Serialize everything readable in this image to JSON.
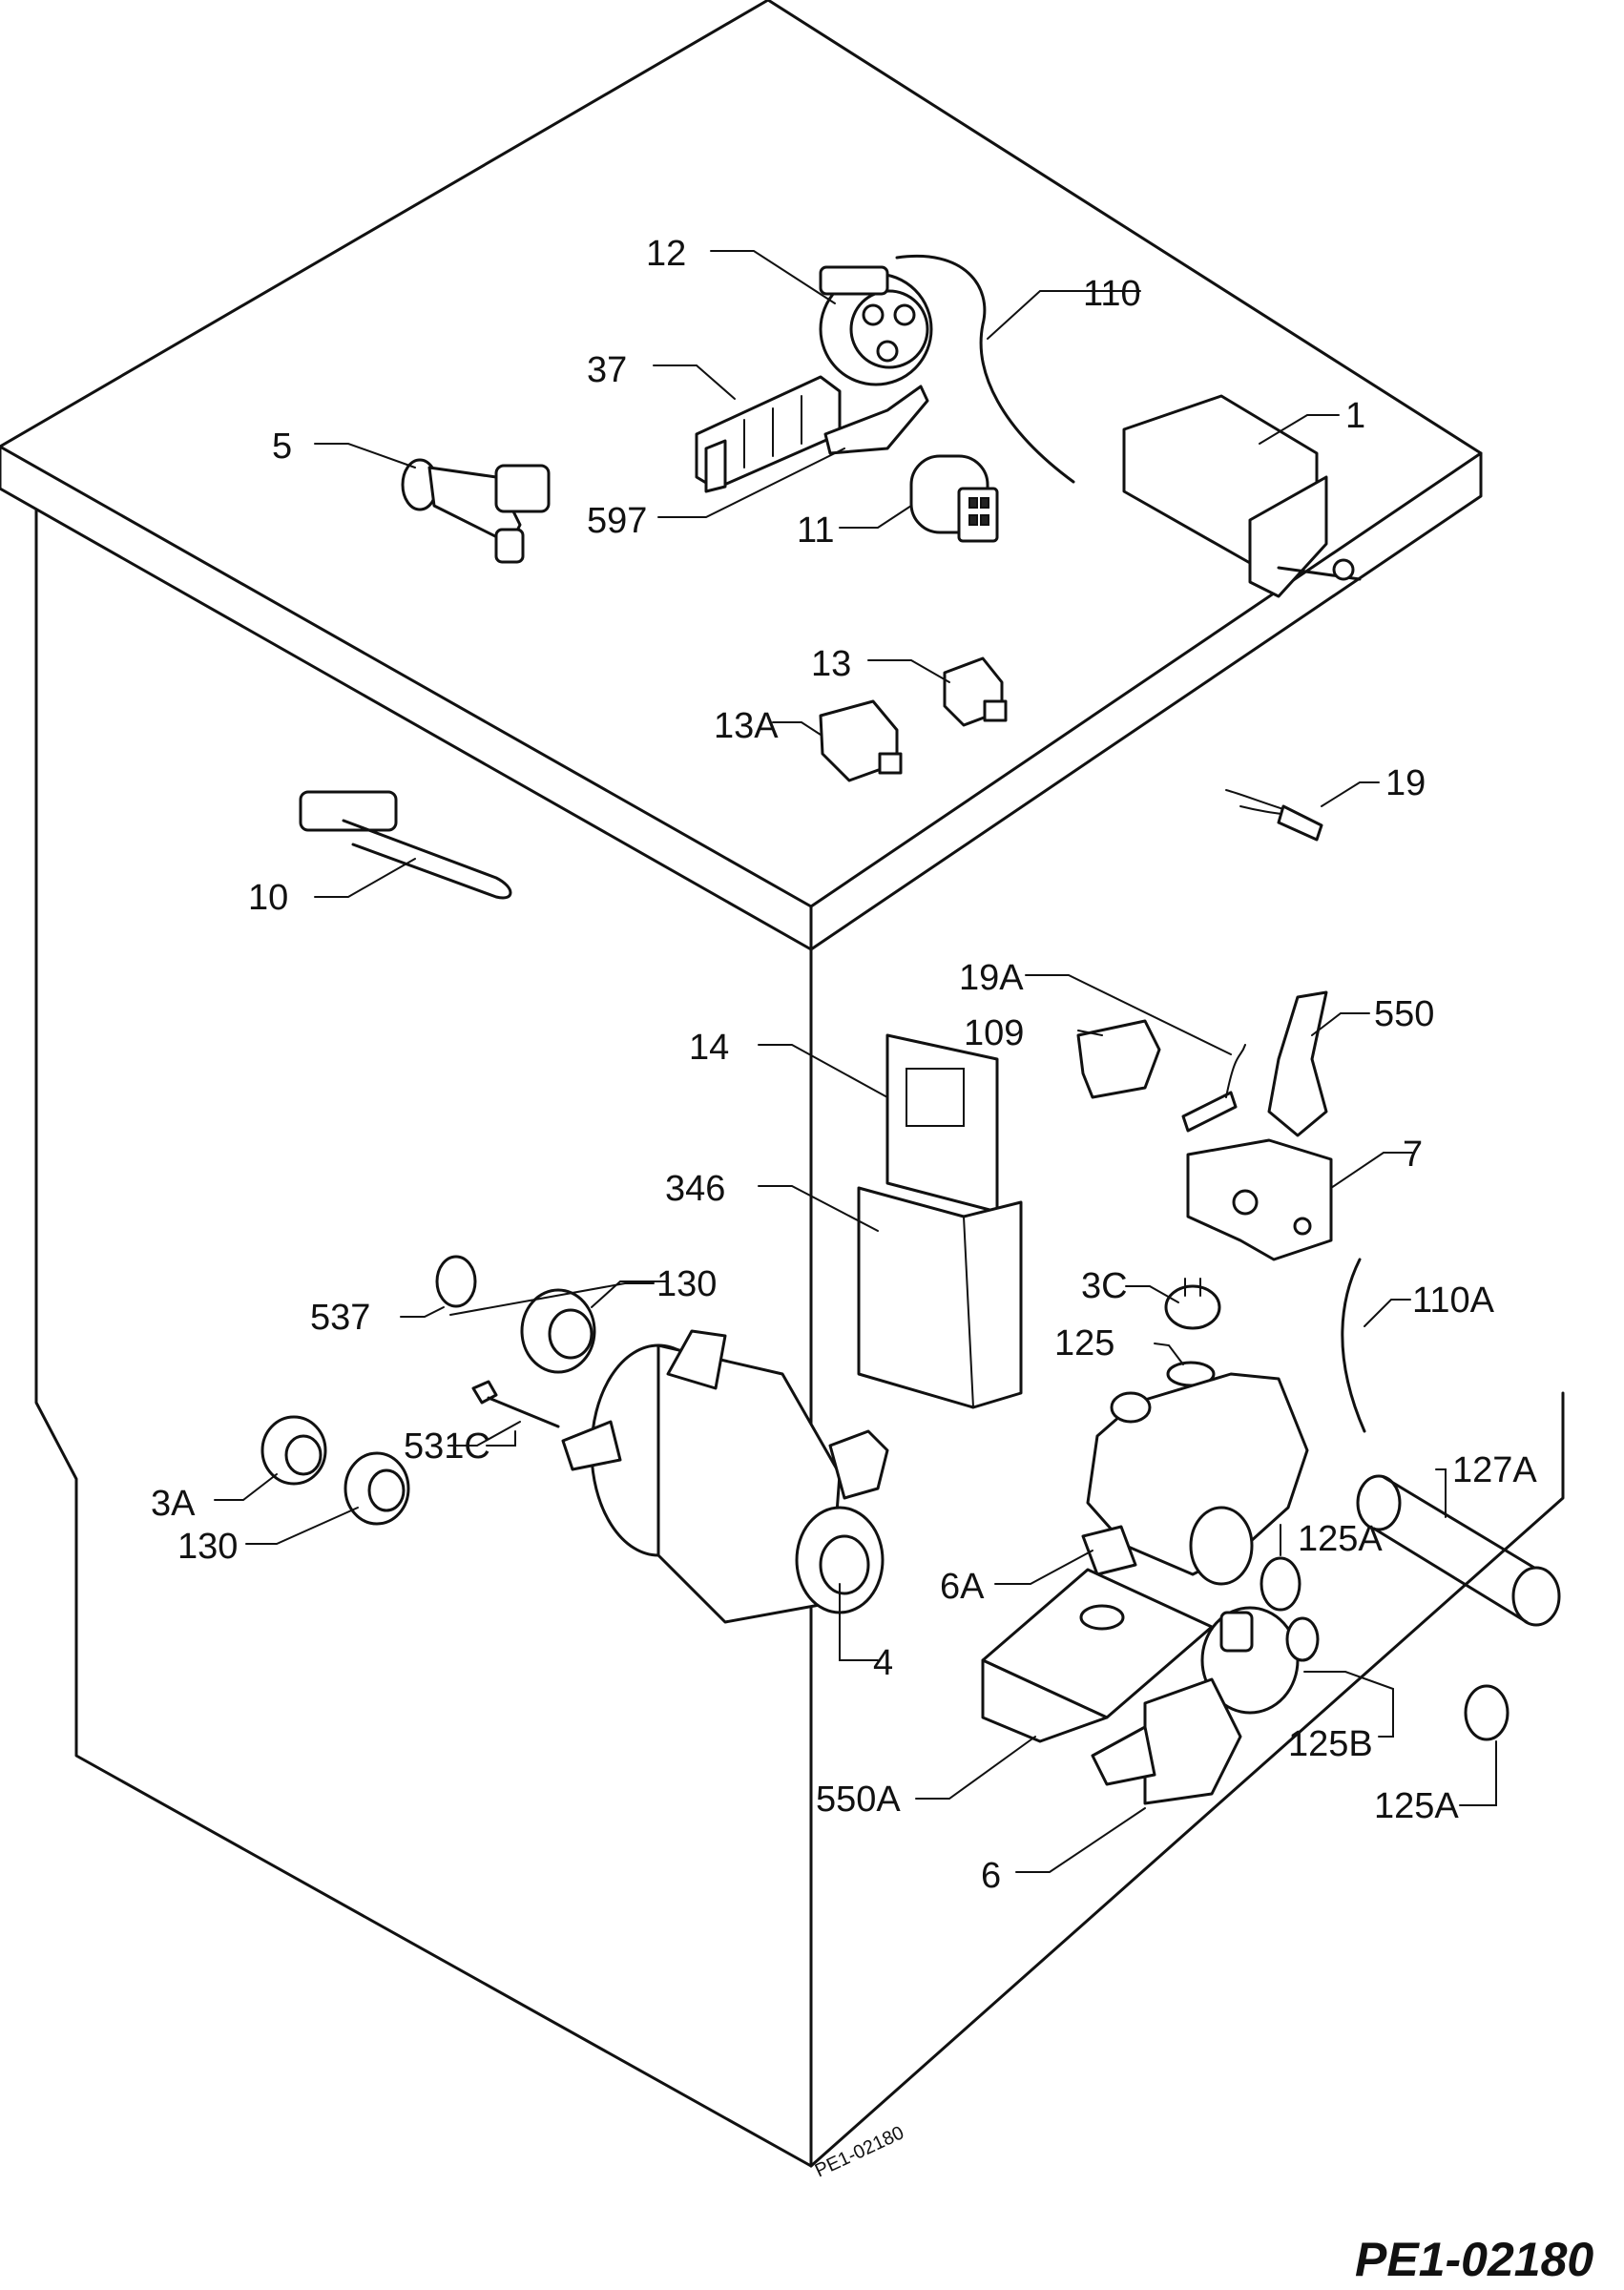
{
  "drawing_code": "PE1-02180",
  "drawing_code_small": "PE1-02180",
  "labels": {
    "p1": "1",
    "p3a": "3A",
    "p3c": "3C",
    "p4": "4",
    "p5": "5",
    "p6": "6",
    "p6a": "6A",
    "p7": "7",
    "p10": "10",
    "p11": "11",
    "p12": "12",
    "p13": "13",
    "p13a": "13A",
    "p14": "14",
    "p19": "19",
    "p19a": "19A",
    "p37": "37",
    "p109": "109",
    "p110": "110",
    "p110a": "110A",
    "p125": "125",
    "p125a_upper": "125A",
    "p125a_lower": "125A",
    "p125b": "125B",
    "p127a": "127A",
    "p130_upper": "130",
    "p130_lower": "130",
    "p346": "346",
    "p531c": "531C",
    "p537": "537",
    "p550": "550",
    "p550a": "550A",
    "p597": "597"
  }
}
